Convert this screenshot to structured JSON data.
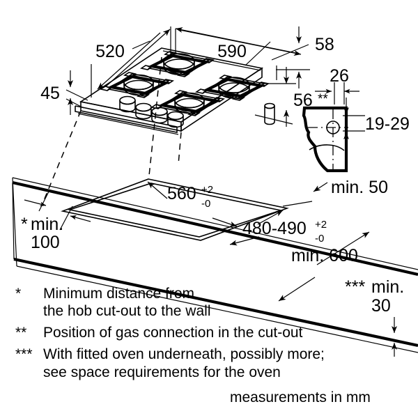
{
  "document": {
    "title": "Gas hob installation dimension drawing",
    "units_note": "measurements in mm"
  },
  "dimensions": {
    "hob_width": "590",
    "hob_depth": "520",
    "hob_front_height": "45",
    "hob_body_height_right": "58",
    "hob_body_depth_right": "56",
    "gas_conn_offset": "26",
    "gas_conn_height_range": "19-29",
    "gas_conn_marker": "**",
    "cutout_width": "560",
    "cutout_width_tol_plus": "+2",
    "cutout_width_tol_minus": "-0",
    "cutout_depth": "480-490",
    "cutout_depth_tol_plus": "+2",
    "cutout_depth_tol_minus": "-0",
    "wall_distance_marker": "*",
    "wall_distance": "min.",
    "wall_distance_value": "100",
    "rear_clearance": "min. 50",
    "worktop_depth": "min. 600",
    "under_clearance_marker": "***",
    "under_clearance": "min.",
    "under_clearance_value": "30"
  },
  "legend": [
    {
      "marker": "*",
      "lines": [
        "Minimum distance from",
        "the hob cut-out to the wall"
      ]
    },
    {
      "marker": "**",
      "lines": [
        "Position of gas connection in the cut-out"
      ]
    },
    {
      "marker": "***",
      "lines": [
        "With fitted oven underneath, possibly more;",
        "see space requirements for the oven"
      ]
    }
  ],
  "footer": {
    "units": "measurements in mm"
  },
  "colors": {
    "line": "#000000",
    "background": "#ffffff",
    "burner_cap": "#d9d9d9",
    "surface": "#ffffff"
  },
  "appliance": {
    "type": "gas-hob",
    "burner_count": 4,
    "knob_count": 4,
    "pan_support_count": 4
  }
}
